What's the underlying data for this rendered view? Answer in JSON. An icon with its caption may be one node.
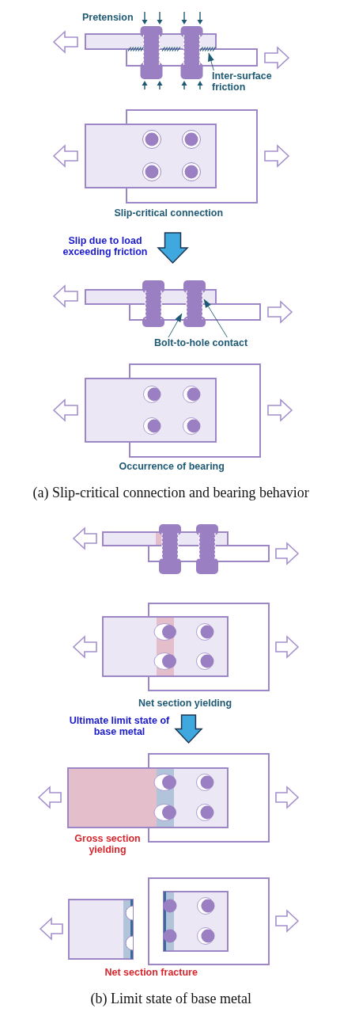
{
  "diagram": {
    "nodes": [
      {
        "text": [
          "Inter-surface friction"
        ]
      },
      {
        "text": [
          "Bolt-to-hole contact"
        ]
      }
    ],
    "edges": [
      {
        "from": 0,
        "to": null,
        "arrow": "to"
      },
      {
        "from": 1,
        "to": null,
        "arrow": "to"
      },
      {
        "from": 1,
        "to": null,
        "arrow": "to"
      }
    ],
    "labels": [
      "Pretension",
      "Slip-critical connection",
      "Slip due to load exceeding friction",
      "Occurrence of bearing",
      "(a) Slip-critical connection and bearing behavior",
      "Net section yielding",
      "Ultimate limit state of base metal",
      "Gross section yielding",
      "Net section fracture",
      "(b) Limit state of base metal"
    ]
  }
}
